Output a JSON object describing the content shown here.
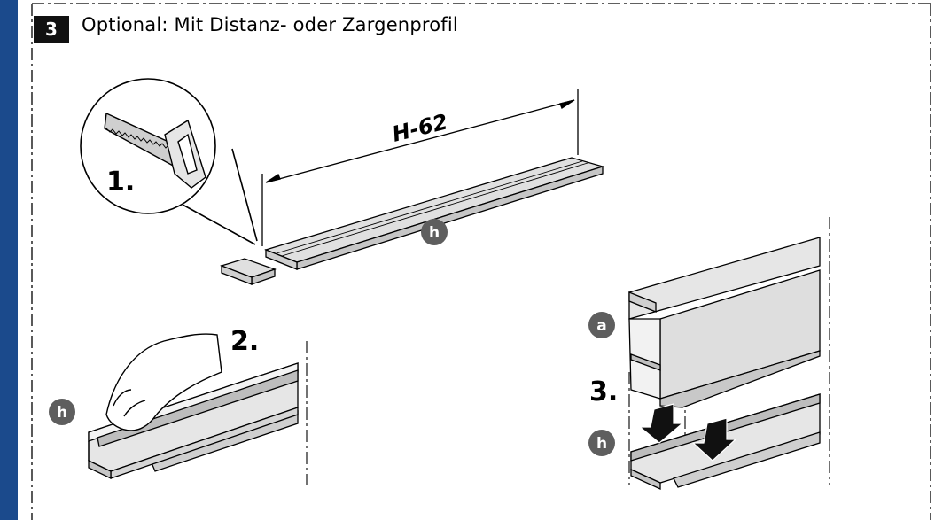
{
  "step": {
    "number": "3",
    "title": "Optional: Mit Distanz- oder Zargenprofil"
  },
  "illustration": {
    "step1_label": "1.",
    "step2_label": "2.",
    "step3_label": "3.",
    "dimension_label": "H-62",
    "part_labels": {
      "h_top": "h",
      "h_left": "h",
      "h_right": "h",
      "a": "a"
    }
  },
  "colors": {
    "accent_bar": "#1b4a8c",
    "badge": "#111111",
    "label_circle": "#5e5e5e",
    "profile_fill": "#e2e2e2",
    "profile_shade": "#c8c8c8"
  },
  "icons": [
    "saw-icon",
    "hand-icon",
    "down-arrow-icon"
  ]
}
